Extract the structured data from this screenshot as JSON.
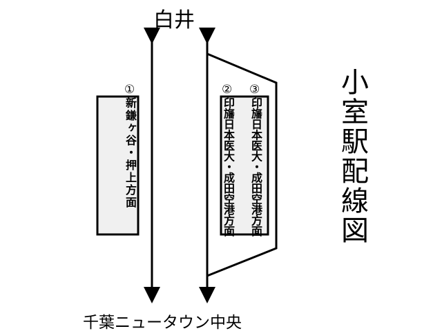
{
  "title": "小室駅配線図",
  "stations": {
    "top": "白井",
    "bottom": "千葉ニュータウン中央"
  },
  "platforms": [
    {
      "number": "①",
      "direction": "新鎌ヶ谷・押上方面"
    },
    {
      "number": "②",
      "direction": "印旛日本医大・成田空港方面"
    },
    {
      "number": "③",
      "direction": "印旛日本医大・成田空港方面"
    }
  ],
  "colors": {
    "platform_fill": "#f0f0f0",
    "line": "#000000"
  }
}
